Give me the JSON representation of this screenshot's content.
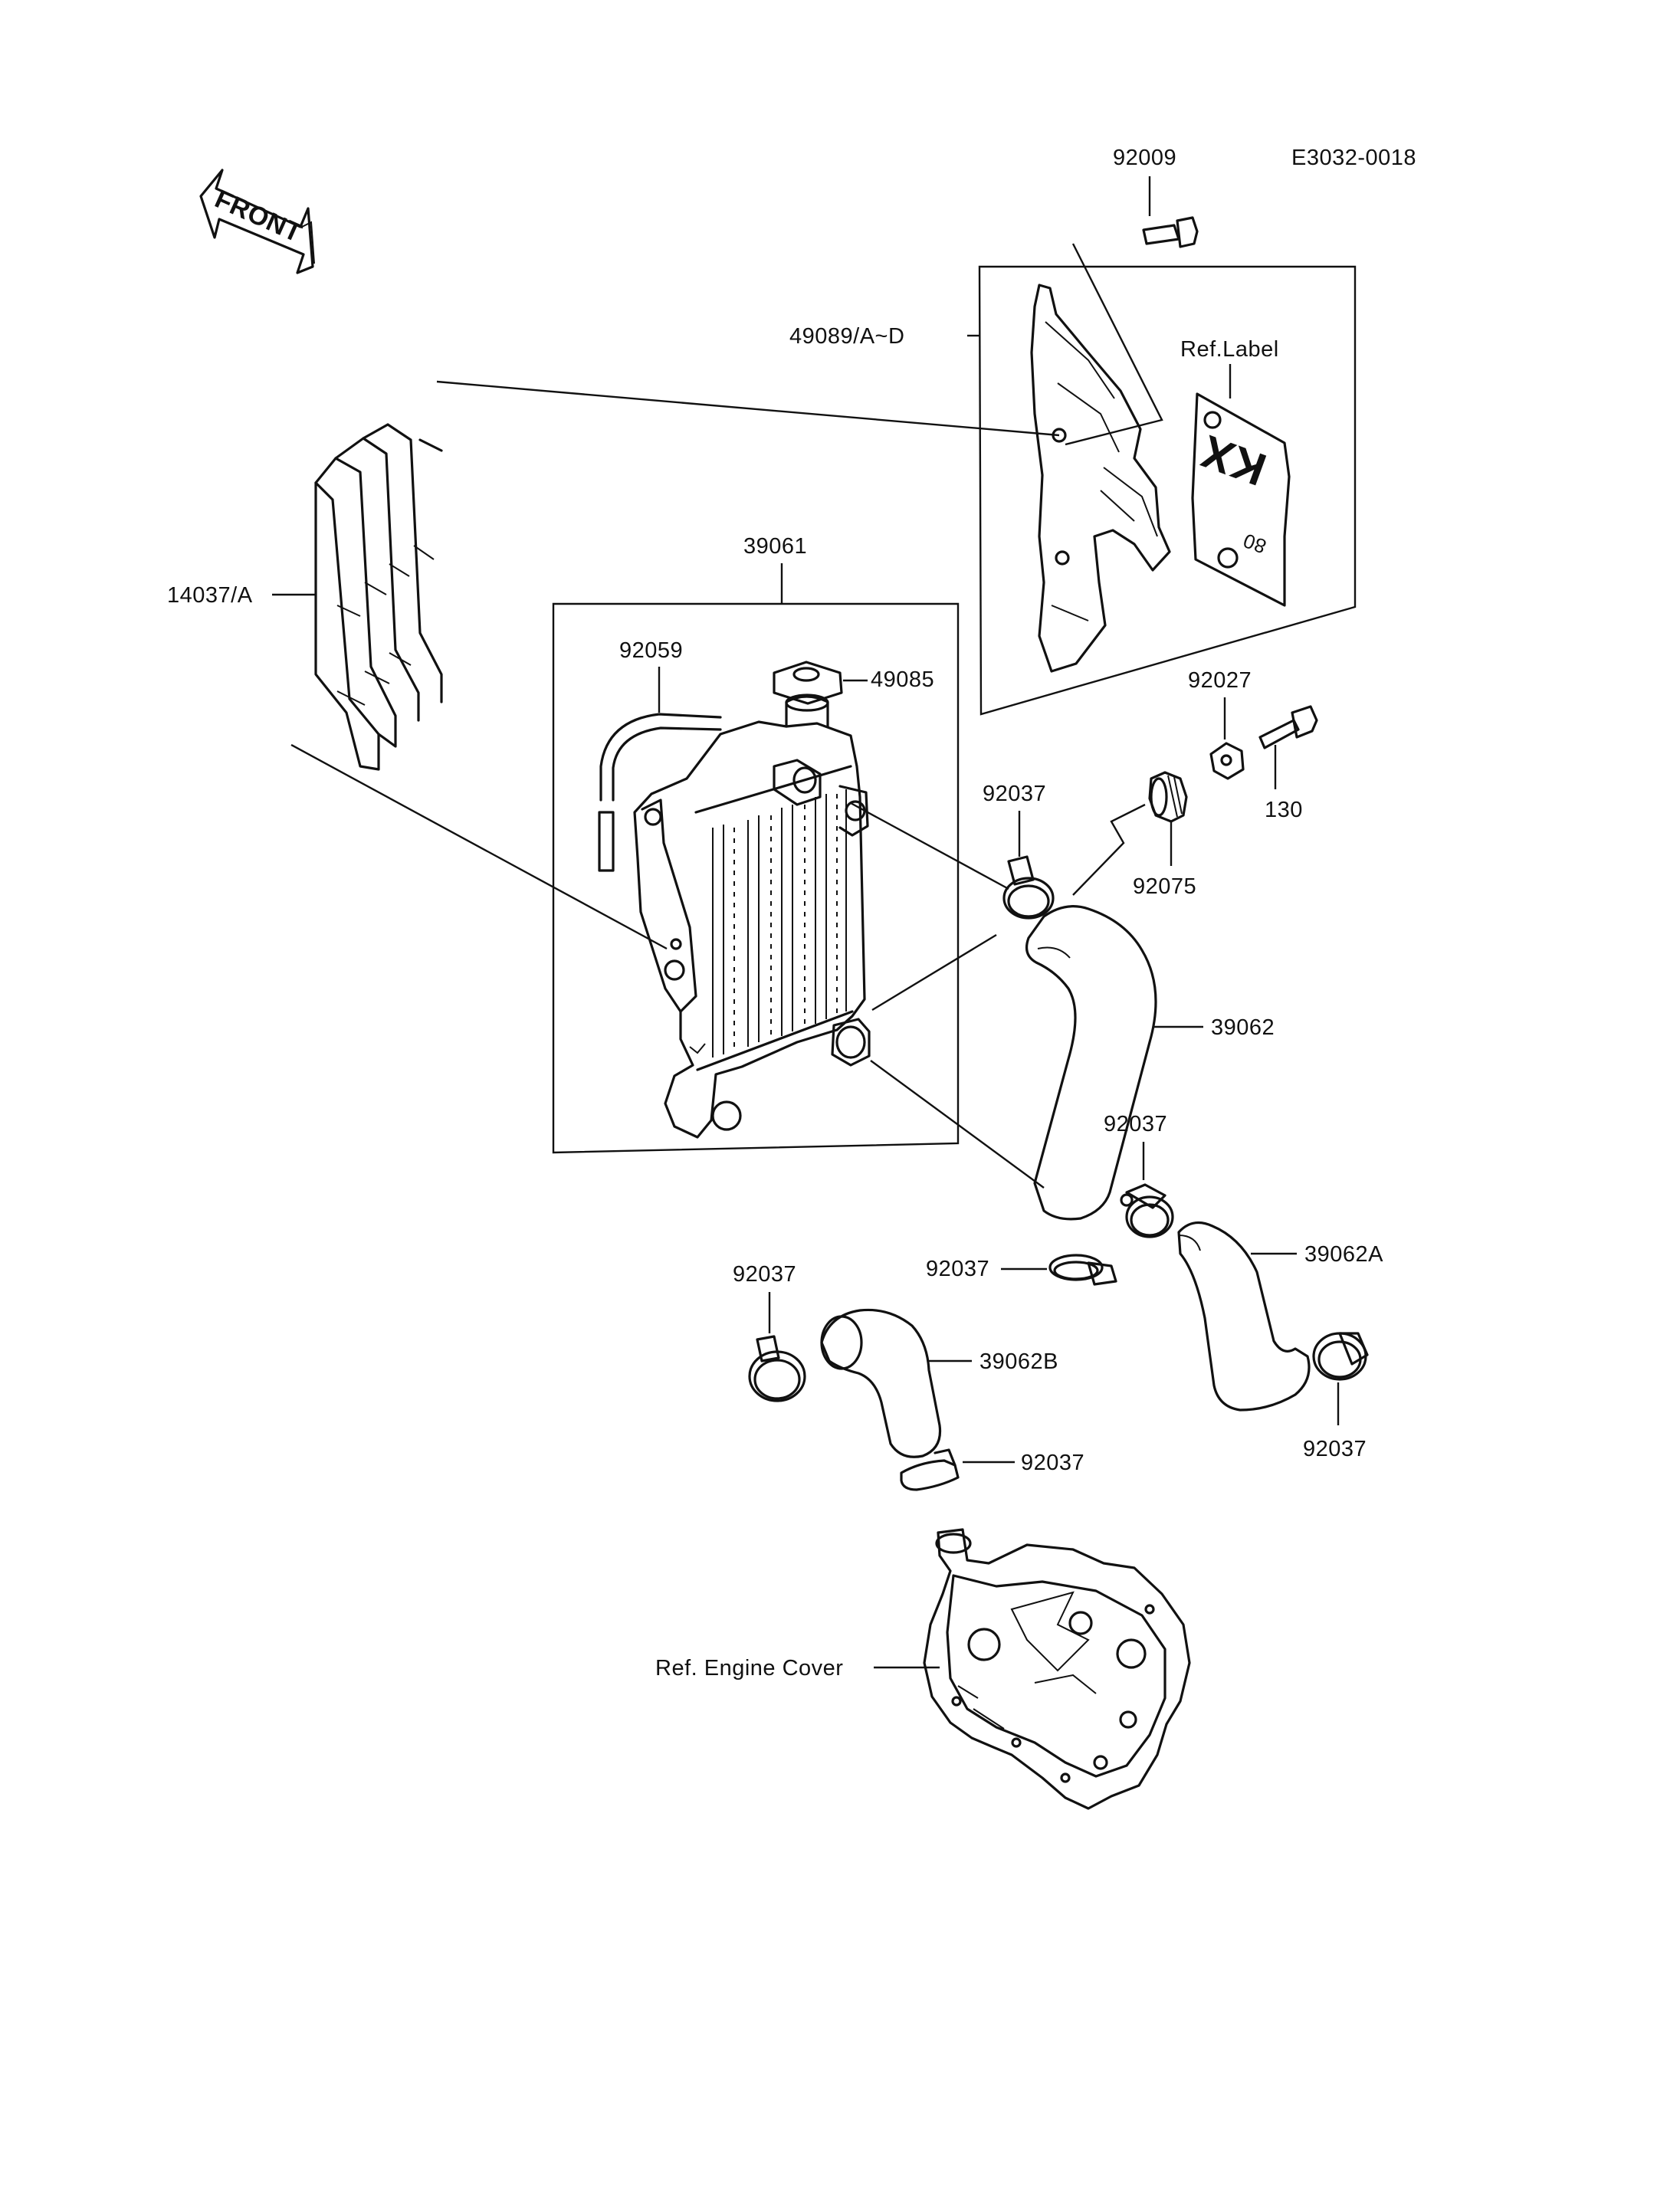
{
  "diagram": {
    "drawing_code": "E3032-0018",
    "front_label": "FRONT",
    "decal_text": "KX",
    "decal_number": "80",
    "labels": {
      "p92009": "92009",
      "p49089": "49089/A~D",
      "ref_label": "Ref.Label",
      "p14037": "14037/A",
      "p39061": "39061",
      "p92059": "92059",
      "p49085": "49085",
      "p92027": "92027",
      "p130": "130",
      "p92037_a": "92037",
      "p92075": "92075",
      "p39062": "39062",
      "p92037_b": "92037",
      "p39062A": "39062A",
      "p92037_c": "92037",
      "p92037_d": "92037",
      "p39062B": "39062B",
      "p92037_e": "92037",
      "p92037_f": "92037",
      "ref_engine_cover": "Ref. Engine Cover"
    }
  }
}
